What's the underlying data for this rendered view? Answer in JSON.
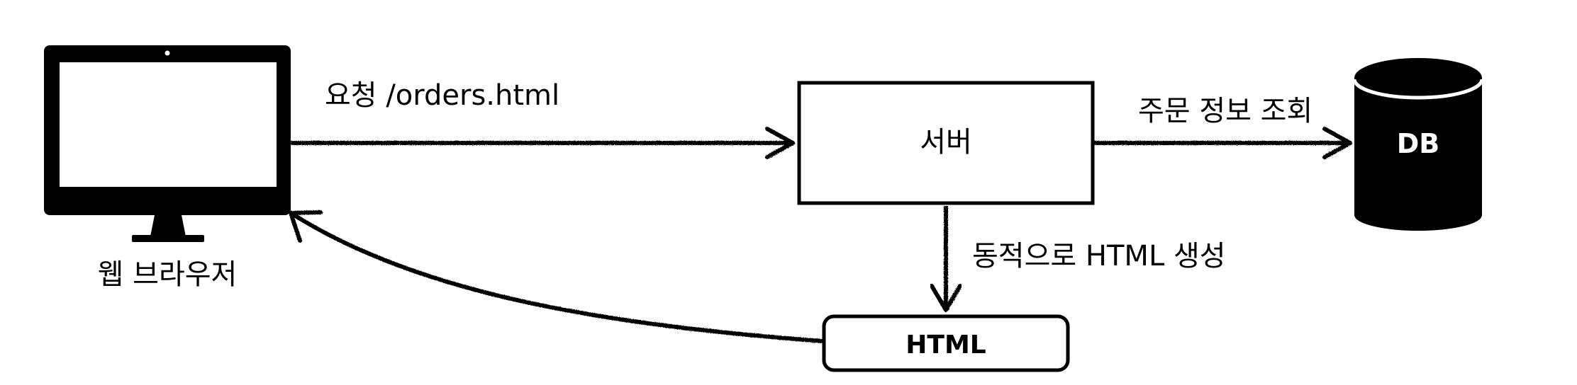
{
  "diagram": {
    "nodes": {
      "browser": {
        "label": "웹 브라우저",
        "icon": "monitor-icon"
      },
      "server": {
        "label": "서버"
      },
      "database": {
        "label": "DB",
        "icon": "database-cylinder-icon"
      },
      "html_doc": {
        "label": "HTML"
      }
    },
    "edges": {
      "request": {
        "label": "요청 /orders.html"
      },
      "query": {
        "label": "주문 정보 조회"
      },
      "generate": {
        "label": "동적으로 HTML 생성"
      },
      "response": {
        "label": ""
      }
    }
  }
}
